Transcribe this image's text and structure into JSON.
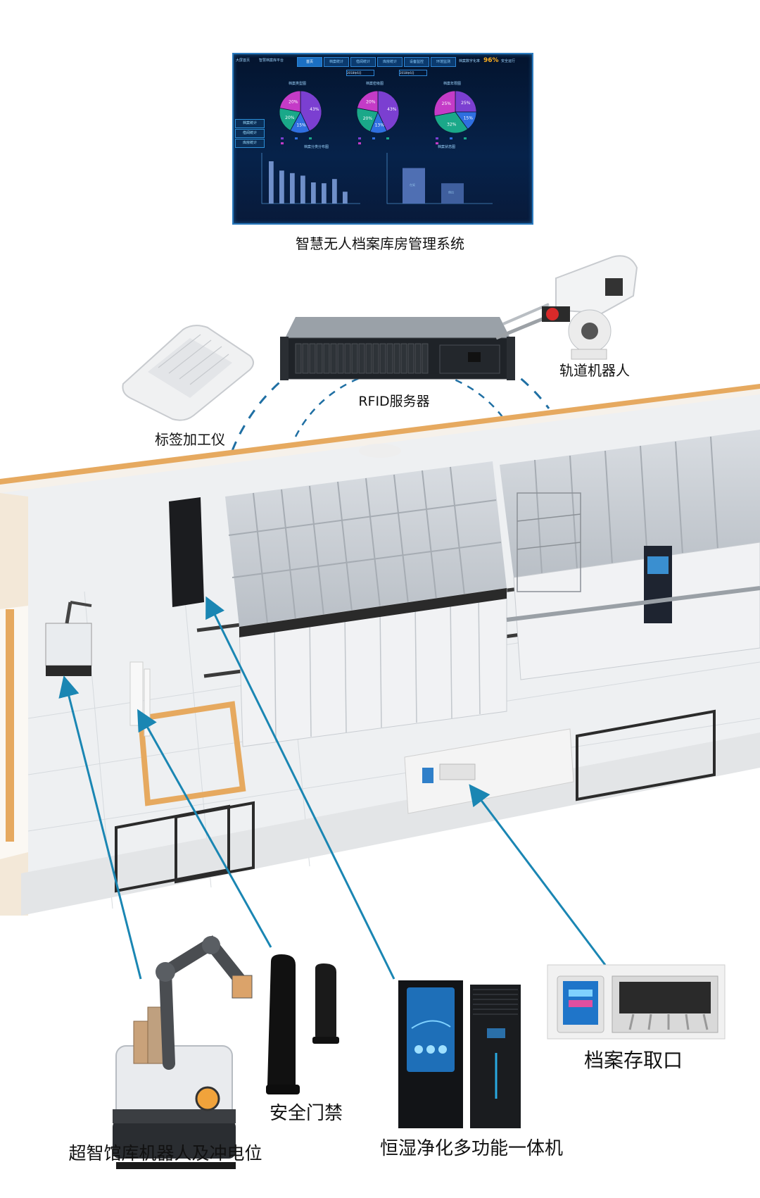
{
  "labels": {
    "system": "智慧无人档案库房管理系统",
    "server": "RFID服务器",
    "tag_processor": "标签加工仪",
    "rail_robot": "轨道机器人",
    "archive_port": "档案存取口",
    "security_gate": "安全门禁",
    "humidity_unit": "恒湿净化多功能一体机",
    "library_robot": "超智馆库机器人及冲电位"
  },
  "dashboard": {
    "top_left": "大屏首页",
    "top_left2": "智慧档案库平台",
    "tabs": [
      "首页",
      "档案统计",
      "借阅统计",
      "库房统计",
      "设备监控",
      "环境监测"
    ],
    "top_right_label": "档案数字化率",
    "top_right_value": "96%",
    "top_right_extra": "安全运行",
    "date_from": "2018年6月",
    "date_to": "2018年6月",
    "side_items": [
      "档案统计",
      "借阅统计",
      "库房统计"
    ],
    "pie_titles": [
      "档案类型图",
      "档案密级图",
      "档案年限图"
    ],
    "pie_slices": [
      [
        {
          "label": "43%",
          "value": 43,
          "color": "#7b3fd1"
        },
        {
          "label": "15%",
          "value": 15,
          "color": "#2f6fe0"
        },
        {
          "label": "20%",
          "value": 20,
          "color": "#1aa889"
        },
        {
          "label": "20%",
          "value": 22,
          "color": "#c43bc7"
        }
      ],
      [
        {
          "label": "43%",
          "value": 43,
          "color": "#7b3fd1"
        },
        {
          "label": "13%",
          "value": 13,
          "color": "#2f6fe0"
        },
        {
          "label": "20%",
          "value": 22,
          "color": "#1aa889"
        },
        {
          "label": "20%",
          "value": 22,
          "color": "#c43bc7"
        }
      ],
      [
        {
          "label": "25%",
          "value": 25,
          "color": "#7b3fd1"
        },
        {
          "label": "15%",
          "value": 15,
          "color": "#2f6fe0"
        },
        {
          "label": "32%",
          "value": 32,
          "color": "#1aa889"
        },
        {
          "label": "25%",
          "value": 28,
          "color": "#c43bc7"
        }
      ]
    ],
    "bar_title_left": "档案分类分布图",
    "bar_title_right": "档案状态图",
    "bars_left": [
      100,
      78,
      72,
      66,
      50,
      48,
      58,
      28
    ],
    "bars_left_ymax": 120,
    "bars_right": [
      70,
      40
    ],
    "bars_right_ymax": 100,
    "bars_right_labels": [
      "在架",
      "借出"
    ]
  },
  "colors": {
    "dash_line": "#1f6fa3",
    "arrow": "#1a86b3",
    "floor_wall": "#e6a95f"
  }
}
